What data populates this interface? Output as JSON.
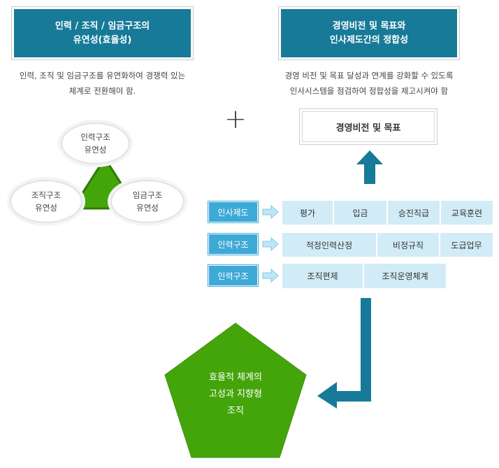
{
  "left": {
    "title_line1": "인력 / 조직 / 임금구조의",
    "title_line2": "유연성(효율성)",
    "desc_line1": "인력, 조직 및 임금구조를 유연화하여 경쟁력 있는",
    "desc_line2": "체계로 전환해야 함.",
    "ovals": [
      {
        "line1": "인력구조",
        "line2": "유연성"
      },
      {
        "line1": "조직구조",
        "line2": "유연성"
      },
      {
        "line1": "임금구조",
        "line2": "유연성"
      }
    ]
  },
  "plus_symbol": "+",
  "right": {
    "title_line1": "경영비전 및 목표와",
    "title_line2": "인사제도간의 정합성",
    "desc_line1": "경영 비전 및 목표 달성과 연계를 강화할 수 있도록",
    "desc_line2": "인사시스템을 점검하여 정합성을 제고시켜야 함",
    "goal_label": "경영비전 및 목표"
  },
  "rows": [
    {
      "label": "인사제도",
      "cells": [
        "평가",
        "입금",
        "승진직급",
        "교육훈련"
      ]
    },
    {
      "label": "인력구조",
      "cells": [
        "적정인력산정",
        "비정규직",
        "도급업무"
      ]
    },
    {
      "label": "인력구조",
      "cells": [
        "조직편제",
        "조직운영체계"
      ]
    }
  ],
  "result": {
    "line1": "효율적 체계의",
    "line2": "고성과 지향형",
    "line3": "조직"
  },
  "colors": {
    "title_bg": "#177a99",
    "arrow": "#177a99",
    "label_bg": "#3da9d7",
    "cell_bg": "#d2ecf7",
    "green": "#44a50b",
    "green_dark": "#2e7a06"
  }
}
